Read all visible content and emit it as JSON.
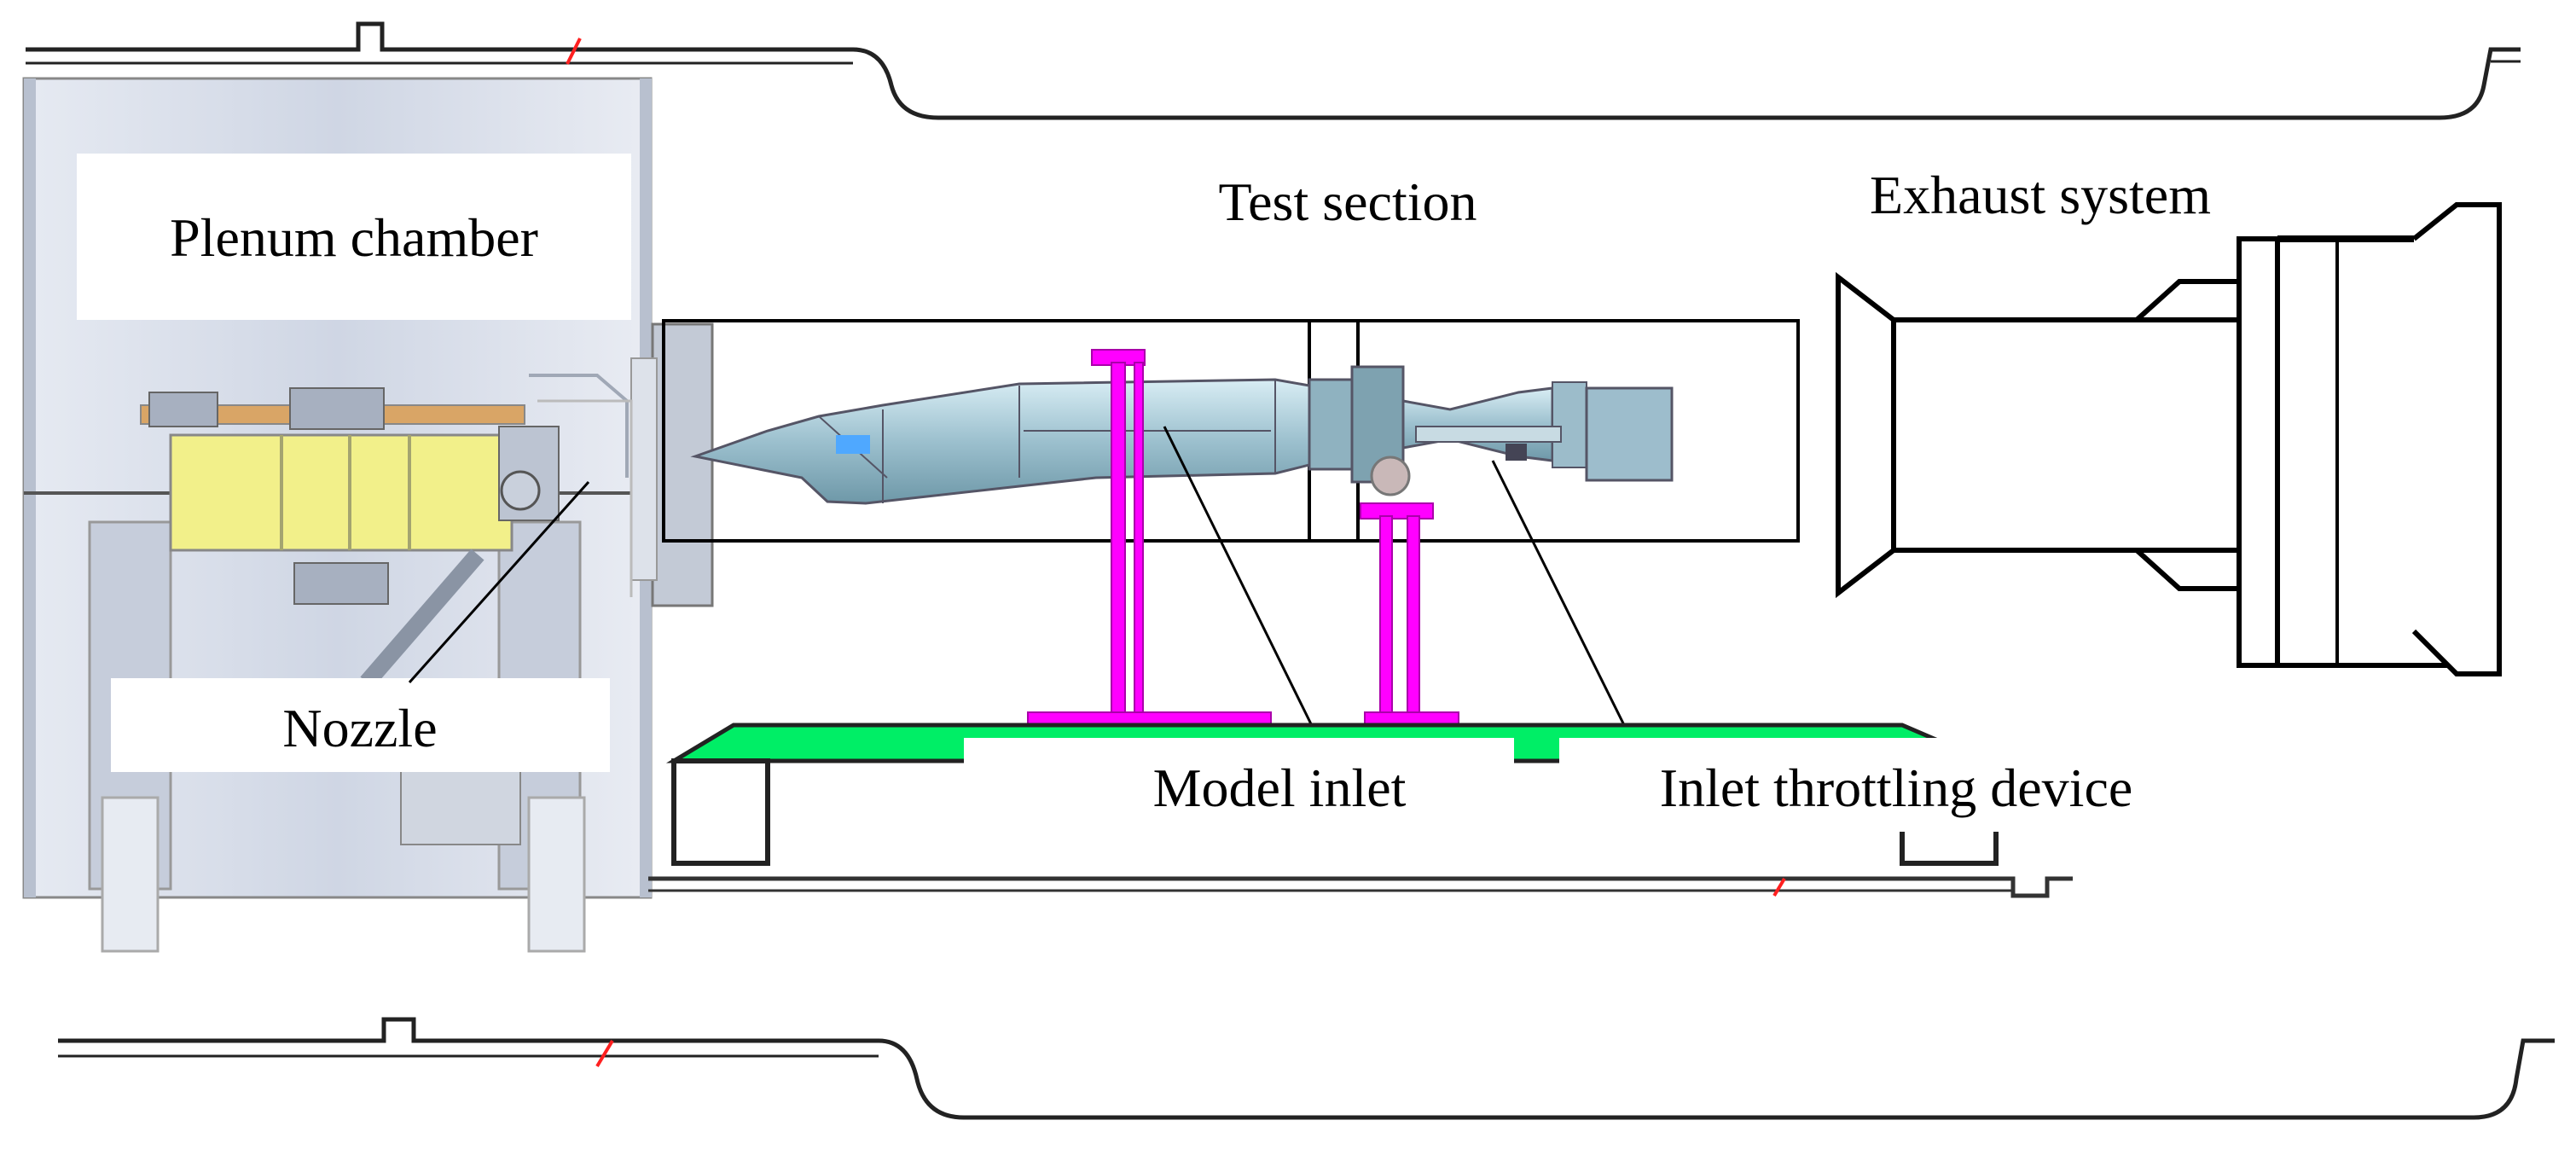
{
  "labels": {
    "plenum_chamber": "Plenum chamber",
    "test_section": "Test section",
    "exhaust_system": "Exhaust system",
    "nozzle": "Nozzle",
    "model_inlet": "Model inlet",
    "inlet_throttling_device": "Inlet throttling device"
  },
  "colors": {
    "support_stand": "#ff00ff",
    "base_platform": "#00ee66",
    "plenum_body": "#d4dbe8",
    "yellow_block": "#f2f08a",
    "model_body": "#9fc3d0",
    "outline": "#000000",
    "cut_mark": "#ff2020"
  }
}
